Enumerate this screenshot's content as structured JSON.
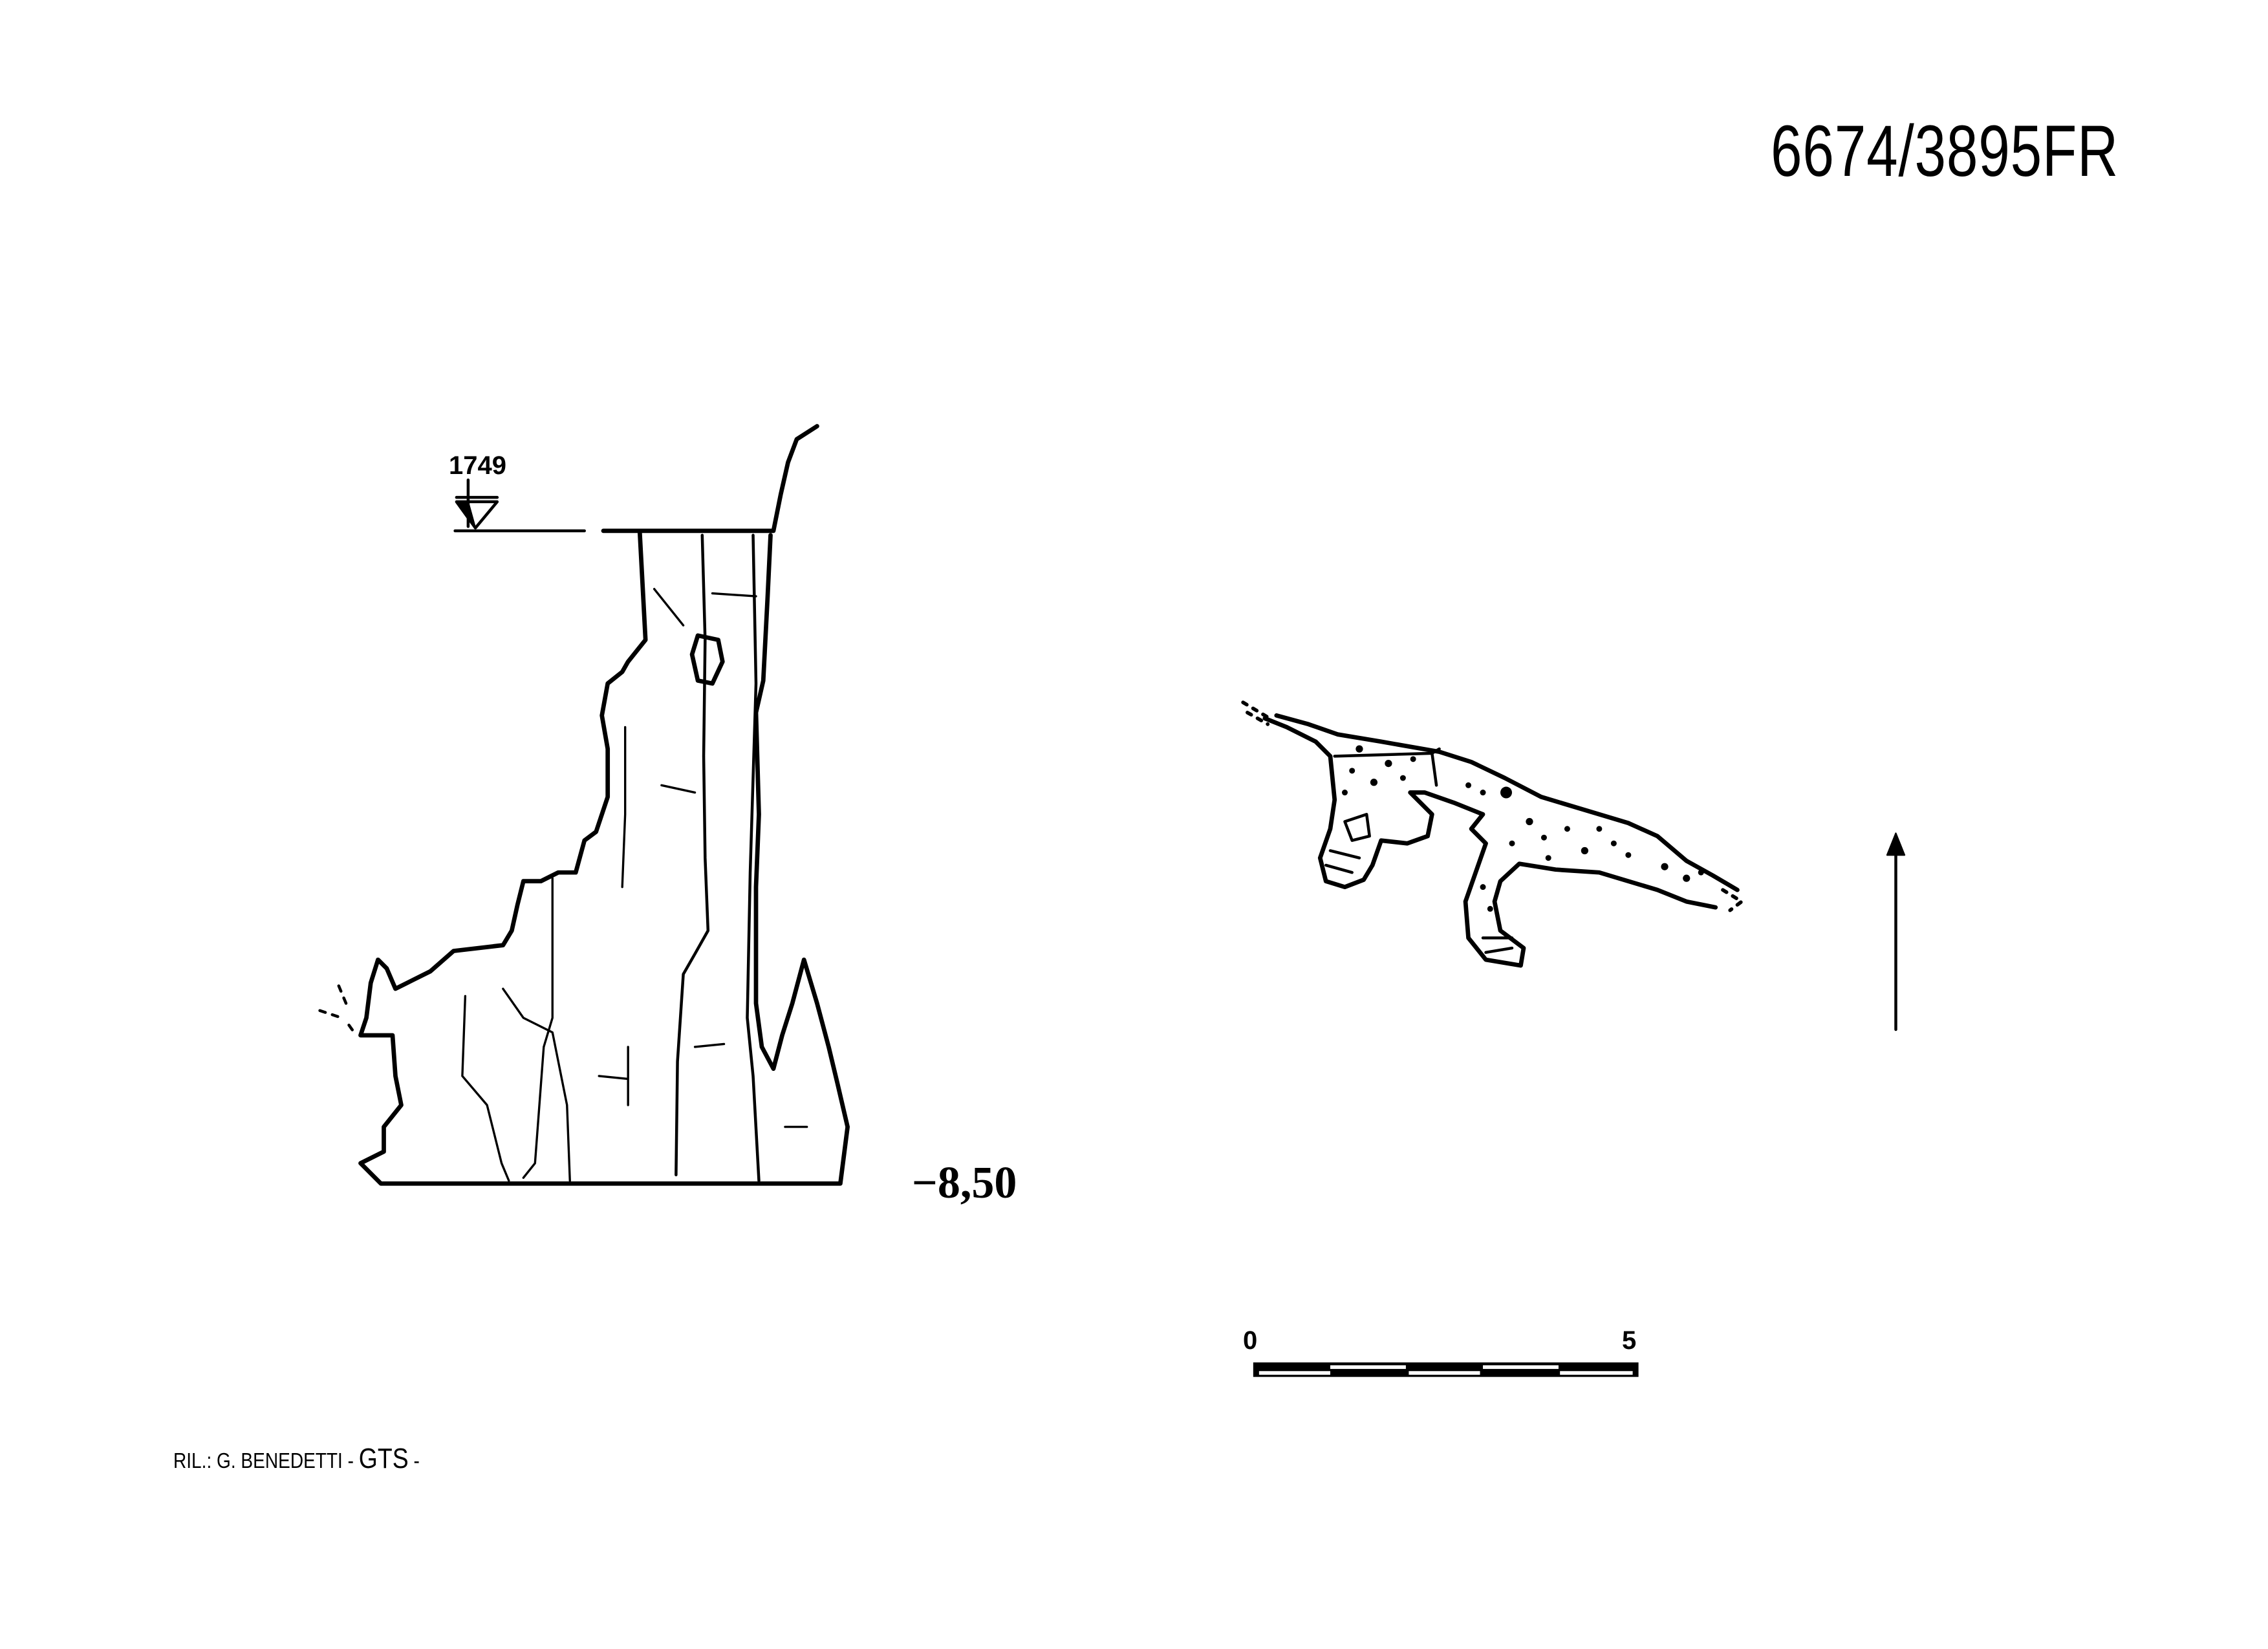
{
  "title": "6674/3895FR",
  "section": {
    "elevation_label": "1749",
    "depth_label": "−8,50"
  },
  "scale_bar": {
    "start_label": "0",
    "end_label": "5"
  },
  "credit": {
    "surveyor": "RIL.: G. BENEDETTI -",
    "group": "GTS",
    "suffix": "-"
  },
  "north_arrow": "north-arrow-icon"
}
